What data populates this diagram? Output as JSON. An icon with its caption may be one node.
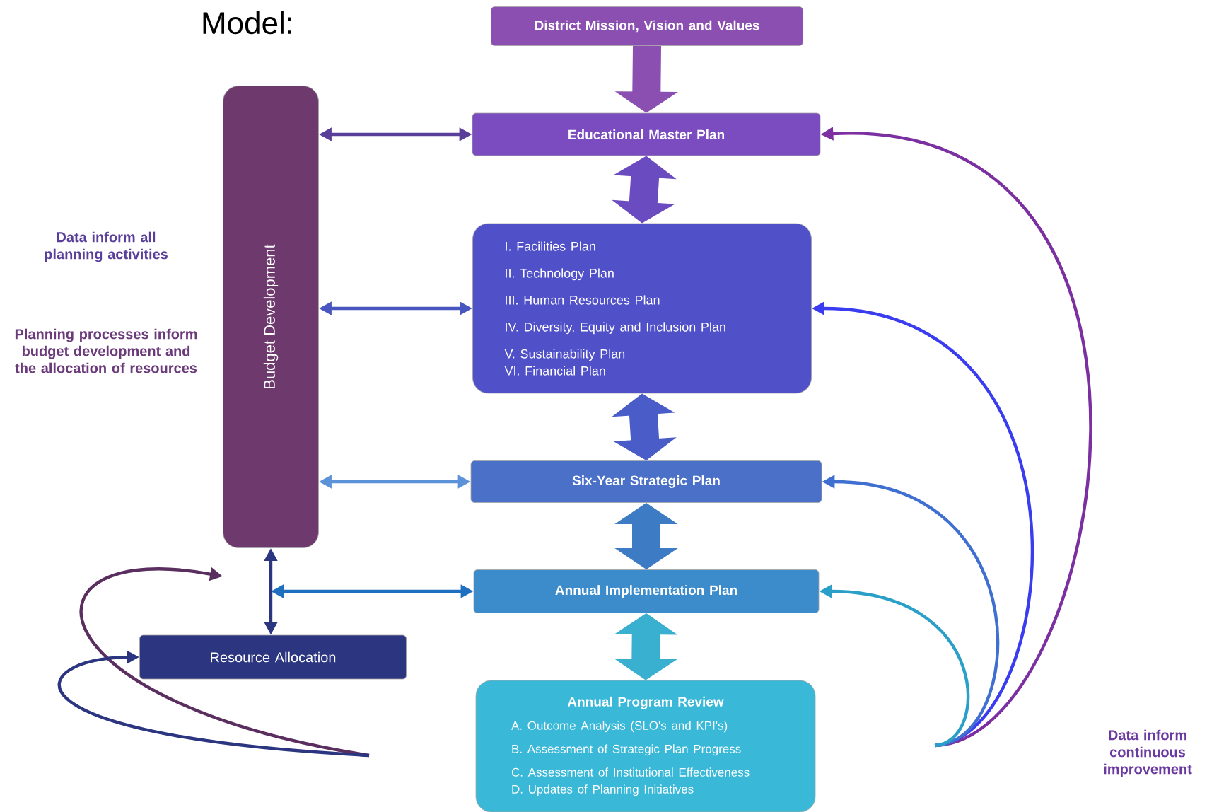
{
  "diagram": {
    "nodes": [
      {
        "text": [
          "District Mission, Vision and Values"
        ]
      },
      {
        "text": [
          "Budget Development"
        ]
      },
      {
        "text": [
          "Educational Master Plan"
        ]
      },
      {
        "text": [
          "I. Facilities Plan",
          "II. Technology Plan",
          "III. Human Resources Plan",
          "IV. Diversity, Equity and Inclusion Plan",
          "V. Sustainability Plan",
          "VI. Financial Plan"
        ]
      },
      {
        "text": [
          "Six-Year Strategic Plan"
        ]
      },
      {
        "text": [
          "Annual Implementation Plan"
        ]
      },
      {
        "text": [
          "Resource Allocation"
        ]
      },
      {
        "text": [
          "Annual Program Review",
          "A. Outcome Analysis (SLO's and KPI's)",
          "B. Assessment of Strategic Plan Progress",
          "C. Assessment of Institutional Effectiveness",
          "D. Updates of Planning Initiatives"
        ]
      }
    ],
    "edges": [
      {
        "from": 0,
        "to": 2,
        "arrow": "to",
        "style": "thick",
        "color": "#8a4fb0"
      },
      {
        "from": 2,
        "to": 3,
        "arrow": "both",
        "style": "thick",
        "color": "#6a4cc0"
      },
      {
        "from": 3,
        "to": 4,
        "arrow": "both",
        "style": "thick",
        "color": "#4a5cc8"
      },
      {
        "from": 4,
        "to": 5,
        "arrow": "both",
        "style": "thick",
        "color": "#3d7cc4"
      },
      {
        "from": 5,
        "to": 7,
        "arrow": "both",
        "style": "thick",
        "color": "#3ab0d0"
      },
      {
        "from": 1,
        "to": 2,
        "arrow": "both",
        "color": "#5a3f9a"
      },
      {
        "from": 1,
        "to": 3,
        "arrow": "both",
        "color": "#4a56c0"
      },
      {
        "from": 1,
        "to": 4,
        "arrow": "both",
        "color": "#5b92d8"
      },
      {
        "from": 5,
        "to": null,
        "arrow": "both",
        "color": "#1f6fc0"
      },
      {
        "from": 1,
        "to": 6,
        "arrow": "both",
        "color": "#2c3580"
      },
      {
        "from": null,
        "to": 2,
        "arrow": "to",
        "color": "#7b2fa0"
      },
      {
        "from": null,
        "to": 3,
        "arrow": "to",
        "color": "#3a3cf0"
      },
      {
        "from": null,
        "to": 4,
        "arrow": "to",
        "color": "#3f6fd0"
      },
      {
        "from": null,
        "to": 5,
        "arrow": "to",
        "color": "#2aa0c8"
      },
      {
        "from": null,
        "to": 1,
        "arrow": "to",
        "color": "#5a2f5f"
      },
      {
        "from": null,
        "to": 6,
        "arrow": "to",
        "color": "#2c3580"
      }
    ],
    "labels": [
      "Model:",
      "Data inform all planning activities",
      "Planning processes inform budget development and the allocation of resources",
      "Data inform continuous improvement"
    ]
  }
}
